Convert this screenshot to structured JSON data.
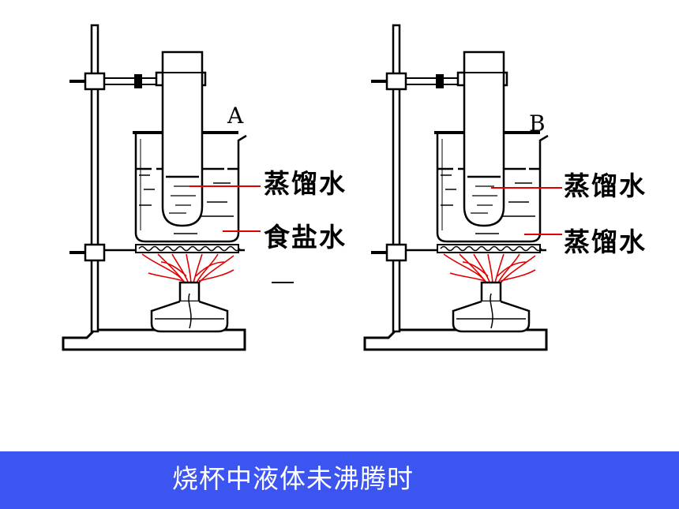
{
  "setups": [
    {
      "tag": "A",
      "inner_label": "蒸馏水",
      "outer_label": "食盐水"
    },
    {
      "tag": "B",
      "inner_label": "蒸馏水",
      "outer_label": "蒸馏水"
    }
  ],
  "caption": "烧杯中液体未沸腾时",
  "colors": {
    "banner": "#3d55f0",
    "flame": "#e00000",
    "line": "#000000",
    "leader": "#e00000"
  }
}
